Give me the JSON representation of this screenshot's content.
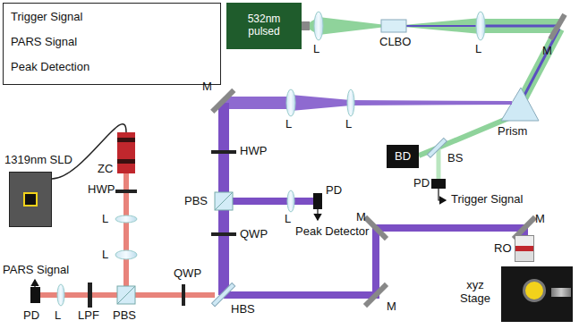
{
  "diagram": {
    "nodes": [
      {
        "text": [
          "Trigger Signal",
          "PARS Signal",
          "Peak Detection"
        ]
      },
      {
        "text": [
          "532nm pulsed"
        ]
      },
      {
        "text": [
          "BD"
        ]
      },
      {
        "text": [
          "1319nm SLD"
        ]
      },
      {
        "text": [
          "ZC"
        ]
      },
      {
        "text": [
          "RO"
        ]
      },
      {
        "text": [
          "xyz Stage"
        ]
      }
    ],
    "edges": [
      {
        "from": 3,
        "to": 4,
        "arrow": "none"
      }
    ],
    "labels": [
      "L",
      "CLBO",
      "L",
      "M",
      "M",
      "L",
      "L",
      "Prism",
      "BS",
      "PD",
      "Trigger Signal",
      "HWP",
      "PBS",
      "L",
      "PD",
      "Peak Detector",
      "QWP",
      "HWP",
      "L",
      "L",
      "PARS Signal",
      "PD",
      "L",
      "LPF",
      "PBS",
      "QWP",
      "HBS",
      "M",
      "M",
      "M"
    ]
  }
}
